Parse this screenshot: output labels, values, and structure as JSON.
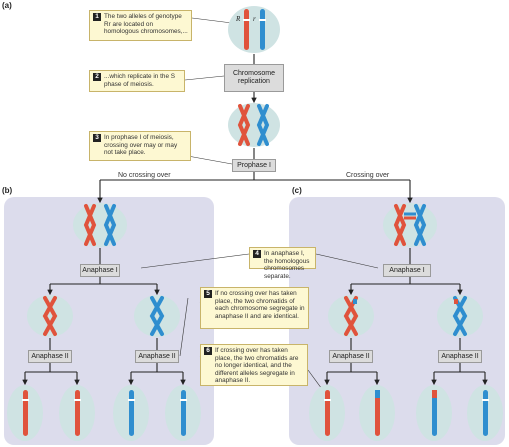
{
  "panels": {
    "a": "(a)",
    "b": "(b)",
    "c": "(c)"
  },
  "steps": {
    "s1": {
      "num": "1",
      "text": "The two alleles of genotype Rr are located on homologous chromosomes,..."
    },
    "s2": {
      "num": "2",
      "text": "...which replicate in the S phase of meiosis."
    },
    "s3": {
      "num": "3",
      "text": "In prophase I of meiosis, crossing over may or may not take place."
    },
    "s4": {
      "num": "4",
      "text": "In anaphase I, the homologous chromosomes separate."
    },
    "s5": {
      "num": "5",
      "text": "If no crossing over has taken place, the two chromatids of each chromosome segregate in anaphase II and are identical."
    },
    "s6": {
      "num": "6",
      "text": "If crossing over has taken place, the two chromatids are no longer identical, and the different alleles segregate in anaphase II."
    }
  },
  "stages": {
    "replication": "Chromosome replication",
    "prophase1": "Prophase I",
    "anaphase1": "Anaphase I",
    "anaphase2": "Anaphase II"
  },
  "branches": {
    "left": "No crossing over",
    "right": "Crossing over"
  },
  "alleles": {
    "dominant": "R",
    "recessive": "r"
  },
  "colors": {
    "red": "#e0533c",
    "blue": "#2f8ecf",
    "panel": "#dcdcec",
    "cell": "#cfe3e3",
    "note": "#fdf8d2"
  }
}
